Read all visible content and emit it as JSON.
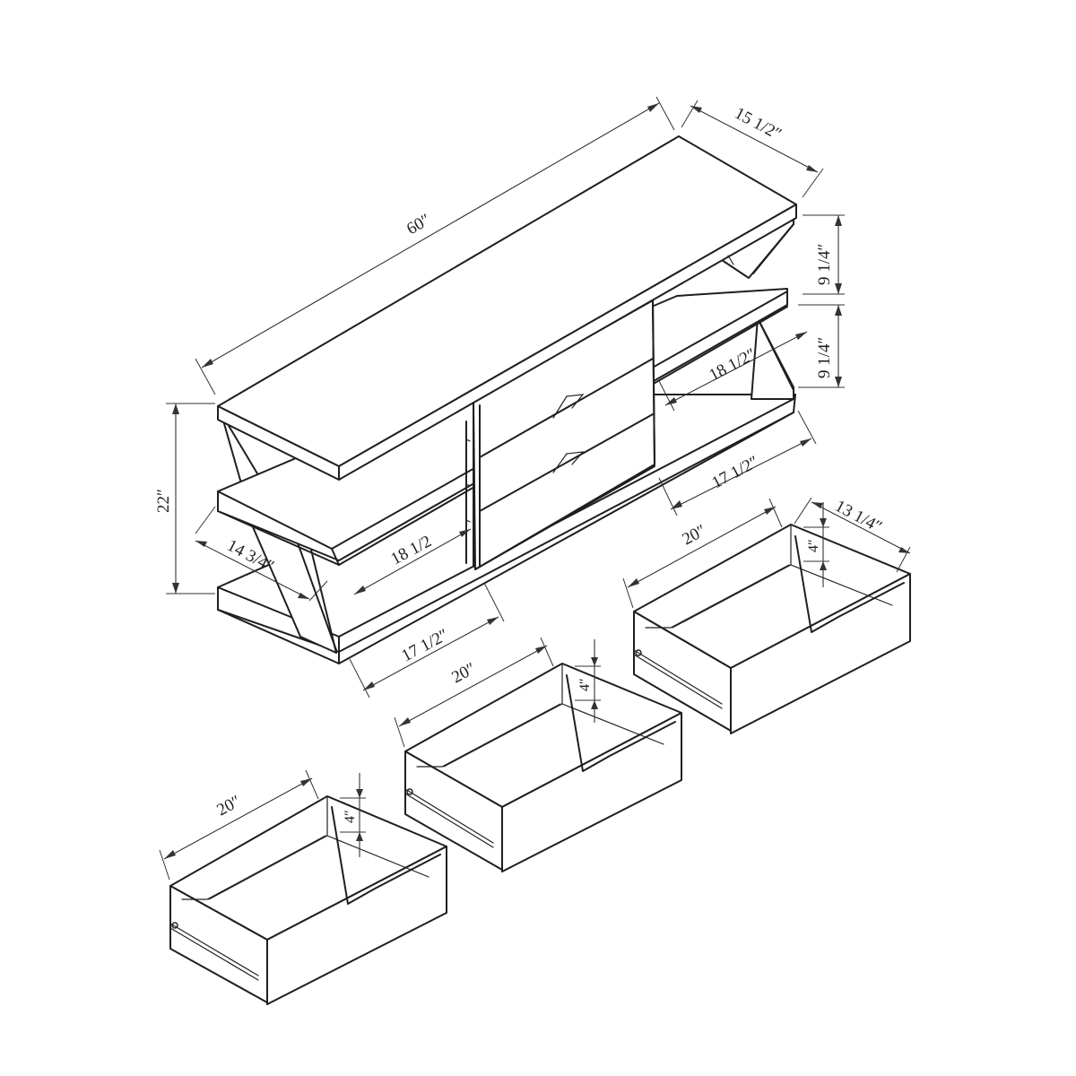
{
  "diagram": {
    "colors": {
      "line": "#1f1f1f",
      "background": "#ffffff"
    },
    "stand_dimensions": {
      "width": "60″",
      "depth": "15 1/2″",
      "height": "22″",
      "upper_gap": "9 1/4″",
      "lower_gap": "9 1/4″",
      "right_shelf_depth": "18 1/2″",
      "right_shelf_width": "17 1/2″",
      "left_shelf_depth": "18 1/2",
      "left_shelf_width": "17 1/2″",
      "left_side_depth": "14 3/4″"
    },
    "drawers": [
      {
        "length": "20″",
        "height": "4″",
        "width": "13 1/4″"
      },
      {
        "length": "20″",
        "height": "4″"
      },
      {
        "length": "20″",
        "height": "4″"
      }
    ]
  }
}
